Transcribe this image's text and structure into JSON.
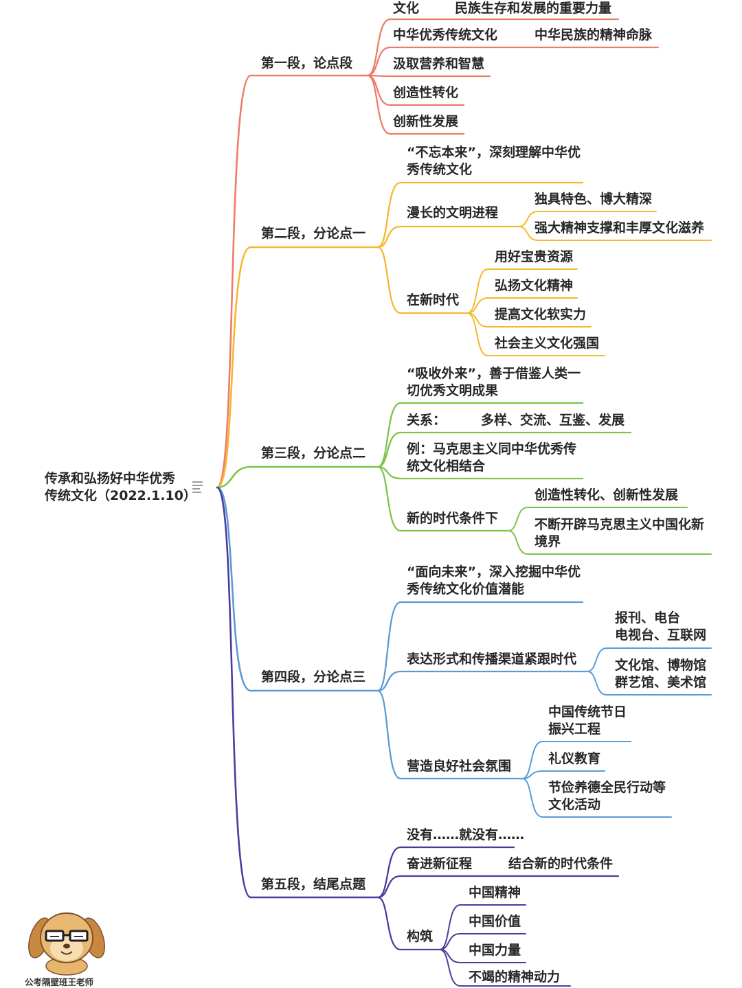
{
  "root": {
    "lines": [
      "传承和弘扬好中华优秀",
      "传统文化（2022.1.10）"
    ],
    "marker_icon": "notes-icon"
  },
  "branches": [
    {
      "label": "第一段，论点段",
      "color": "#ef7b69",
      "children": [
        {
          "label": "文化",
          "detail": "民族生存和发展的重要力量"
        },
        {
          "label": "中华优秀传统文化",
          "detail": "中华民族的精神命脉"
        },
        {
          "label": "汲取营养和智慧"
        },
        {
          "label": "创造性转化"
        },
        {
          "label": "创新性发展"
        }
      ]
    },
    {
      "label": "第二段，分论点一",
      "color": "#f5b82e",
      "children": [
        {
          "lines": [
            "“不忘本来”，深刻理解中华优",
            "秀传统文化"
          ]
        },
        {
          "label": "漫长的文明进程",
          "children": [
            {
              "label": "独具特色、博大精深"
            },
            {
              "label": "强大精神支撑和丰厚文化滋养"
            }
          ]
        },
        {
          "label": "在新时代",
          "children": [
            {
              "label": "用好宝贵资源"
            },
            {
              "label": "弘扬文化精神"
            },
            {
              "label": "提高文化软实力"
            },
            {
              "label": "社会主义文化强国"
            }
          ]
        }
      ]
    },
    {
      "label": "第三段，分论点二",
      "color": "#7dc24b",
      "children": [
        {
          "lines": [
            "“吸收外来”，善于借鉴人类一",
            "切优秀文明成果"
          ]
        },
        {
          "label": "关系：",
          "detail": "多样、交流、互鉴、发展"
        },
        {
          "lines": [
            "例：马克思主义同中华优秀传",
            "统文化相结合"
          ]
        },
        {
          "label": "新的时代条件下",
          "children": [
            {
              "label": "创造性转化、创新性发展"
            },
            {
              "lines": [
                "不断开辟马克思主义中国化新",
                "境界"
              ]
            }
          ]
        }
      ]
    },
    {
      "label": "第四段，分论点三",
      "color": "#5b9bd5",
      "children": [
        {
          "lines": [
            "“面向未来”，深入挖掘中华优",
            "秀传统文化价值潜能"
          ]
        },
        {
          "label": "表达形式和传播渠道紧跟时代",
          "children": [
            {
              "lines": [
                "报刊、电台",
                "电视台、互联网"
              ]
            },
            {
              "lines": [
                "文化馆、博物馆",
                "群艺馆、美术馆"
              ]
            }
          ]
        },
        {
          "label": "营造良好社会氛围",
          "children": [
            {
              "lines": [
                "中国传统节日",
                "振兴工程"
              ]
            },
            {
              "label": "礼仪教育"
            },
            {
              "lines": [
                "节俭养德全民行动等",
                "文化活动"
              ]
            }
          ]
        }
      ]
    },
    {
      "label": "第五段，结尾点题",
      "color": "#4a3c9e",
      "children": [
        {
          "label": "没有……就没有……"
        },
        {
          "label": "奋进新征程",
          "detail": "结合新的时代条件"
        },
        {
          "label": "构筑",
          "children": [
            {
              "label": "中国精神"
            },
            {
              "label": "中国价值"
            },
            {
              "label": "中国力量"
            },
            {
              "label": "不竭的精神动力"
            }
          ]
        }
      ]
    }
  ],
  "watermark": {
    "text": "公考隔壁班王老师",
    "logo_icon": "dog-with-glasses-icon"
  }
}
